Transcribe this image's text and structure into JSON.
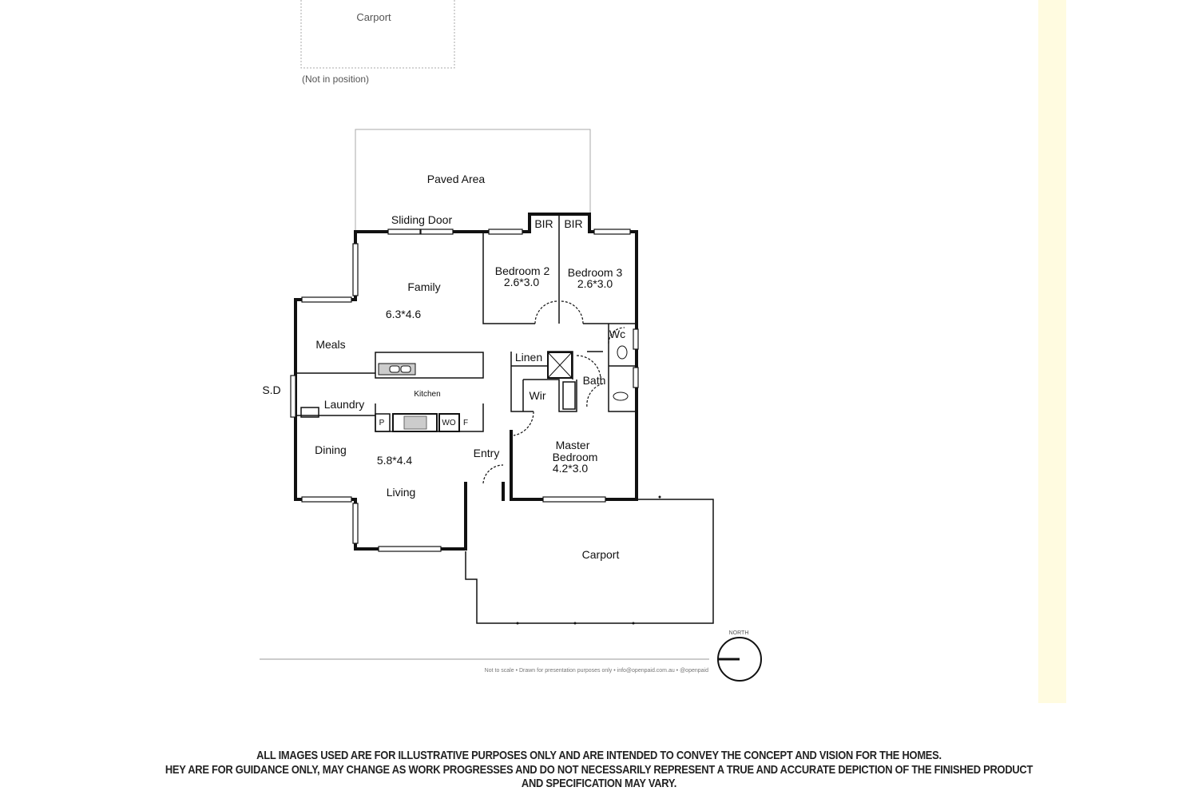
{
  "plan": {
    "rooms": {
      "carport_top": "Carport",
      "not_in_position": "(Not in position)",
      "paved_area": "Paved Area",
      "sliding_door": "Sliding Door",
      "bir_1": "BIR",
      "bir_2": "BIR",
      "bedroom2": "Bedroom 2",
      "bedroom2_size": "2.6*3.0",
      "bedroom3": "Bedroom 3",
      "bedroom3_size": "2.6*3.0",
      "family": "Family",
      "family_size": "6.3*4.6",
      "meals": "Meals",
      "wc": "Wc",
      "linen": "Linen",
      "bath": "Bath",
      "wir": "Wir",
      "sd": "S.D",
      "laundry": "Laundry",
      "kitchen": "Kitchen",
      "pantry": "P",
      "wall_oven": "WO",
      "fridge": "F",
      "dining": "Dining",
      "living_size": "5.8*4.4",
      "living": "Living",
      "entry": "Entry",
      "master_1": "Master",
      "master_2": "Bedroom",
      "master_size": "4.2*3.0",
      "carport": "Carport"
    },
    "footer_note": "Not to scale  •  Drawn for presentation purposes only  •  info@openpaid.com.au  •  @openpaid",
    "north_label": "NORTH"
  },
  "disclaimer": {
    "line1": "ALL IMAGES USED ARE FOR ILLUSTRATIVE PURPOSES ONLY AND ARE INTENDED TO CONVEY THE CONCEPT AND VISION FOR THE HOMES.",
    "line2": "HEY ARE FOR GUIDANCE ONLY, MAY CHANGE AS WORK PROGRESSES AND DO NOT NECESSARILY REPRESENT A TRUE AND ACCURATE DEPICTION OF THE FINISHED PRODUCT",
    "line3": "AND SPECIFICATION MAY VARY."
  }
}
